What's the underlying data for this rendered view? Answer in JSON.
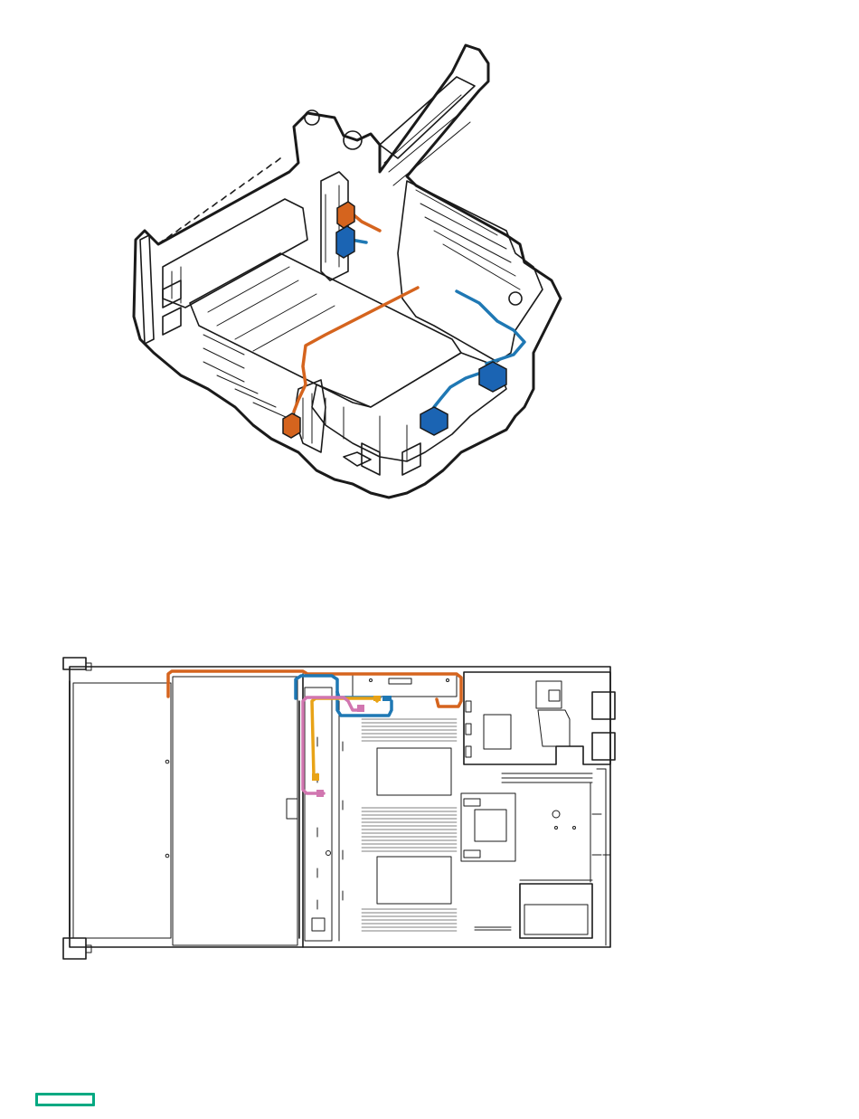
{
  "colors": {
    "cable_orange": "#d5641e",
    "cable_blue": "#1f78b4",
    "cable_yellow": "#e8a317",
    "cable_pink": "#d176b0",
    "connector_orange": "#d5641e",
    "connector_blue": "#1b64b3",
    "outline": "#1a1a1a",
    "brand_green": "#01a982"
  },
  "figures": [
    {
      "id": "drive-cage-cabling",
      "icon": "drive-cage-isometric-drawing"
    },
    {
      "id": "chassis-top-view-cabling",
      "icon": "server-chassis-top-view-drawing"
    }
  ],
  "logo": {
    "icon": "hpe-logo-bar"
  }
}
